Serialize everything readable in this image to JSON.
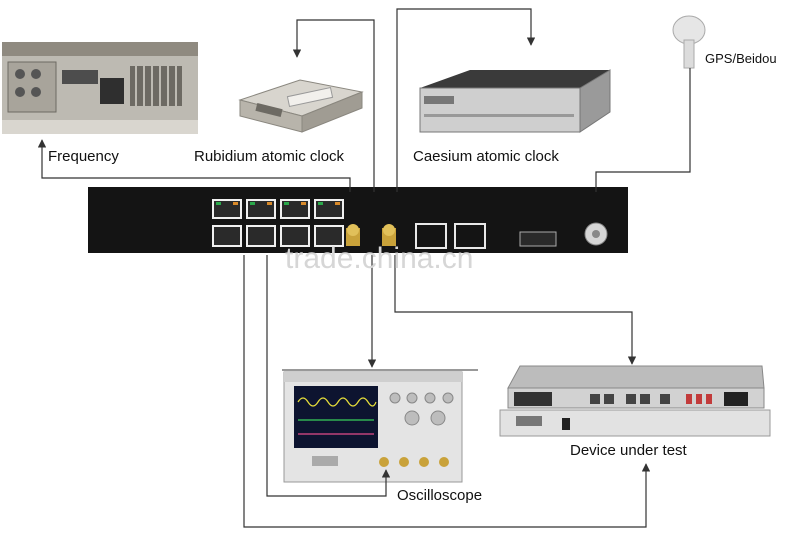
{
  "labels": {
    "frequency": "Frequency",
    "rubidium": "Rubidium atomic clock",
    "caesium": "Caesium atomic clock",
    "gps": "GPS/Beidou",
    "dut": "Device under test",
    "oscilloscope": "Oscilloscope"
  },
  "watermark": "trade.china.cn",
  "colors": {
    "line": "#333333",
    "main_unit": "#141414",
    "port": "#f0f0f0",
    "bnc": "#c9a23a"
  }
}
